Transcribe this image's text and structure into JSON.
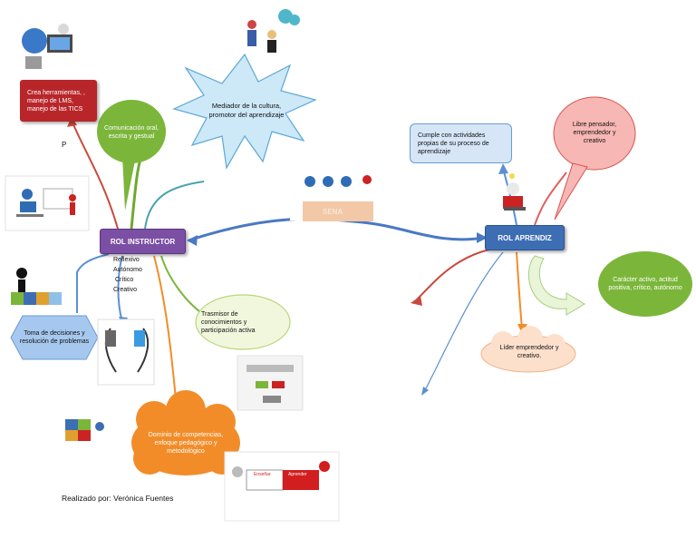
{
  "nodes": {
    "rol_instructor": "ROL INSTRUCTOR",
    "rol_aprendiz": "ROL APRENDIZ",
    "herramientas": "Crea herramientas, , manejo de LMS, manejo de las TICS",
    "p_label": "P",
    "comunicacion": "Comunicación oral, escrita y gestual",
    "mediador": "Mediador de la cultura, promotor del aprendizaje",
    "reflexivo": [
      "Reflexivo",
      "Autónomo",
      "Crítico",
      "Creativo"
    ],
    "toma_decisiones": "Toma de decisiones y resolución de problemas",
    "trasmisor": "Trasmisor de conocimientos y participación activa",
    "dominio": "Dominio de competencias, enfoque pedagógico y metodológico",
    "cumple": "Cumple con actividades propias de su proceso de aprendizaje",
    "libre": "Libre pensador, emprendedor y creativo",
    "caracter": "Carácter activo, actitud positiva, crítico, autónomo",
    "lider": "Líder emprendedor y creativo.",
    "sena_label": "SENA",
    "puzzle_left": "Enseñar",
    "puzzle_right": "Aprender"
  },
  "footer": {
    "credit": "Realizado por: Verónica Fuentes"
  },
  "colors": {
    "purple": "#7b4fa3",
    "blue": "#3d6eb4",
    "red_box": "#b8262a",
    "green": "#7bb63a",
    "orange": "#f28c28",
    "cyan_star": "#cde8f7",
    "light_blue_box": "#d6e6f7",
    "pink_bubble": "#f7b7b4",
    "peach_cloud": "#fde0cc"
  },
  "icons": [
    "computer-people-icon",
    "meeting-people-icon",
    "classroom-icon",
    "thinking-figure-icon",
    "puzzle-icon",
    "head-profiles-icon",
    "network-people-icon",
    "puzzle-people-icon",
    "students-desk-icon",
    "reading-figure-icon",
    "teaching-puzzle-icon"
  ]
}
